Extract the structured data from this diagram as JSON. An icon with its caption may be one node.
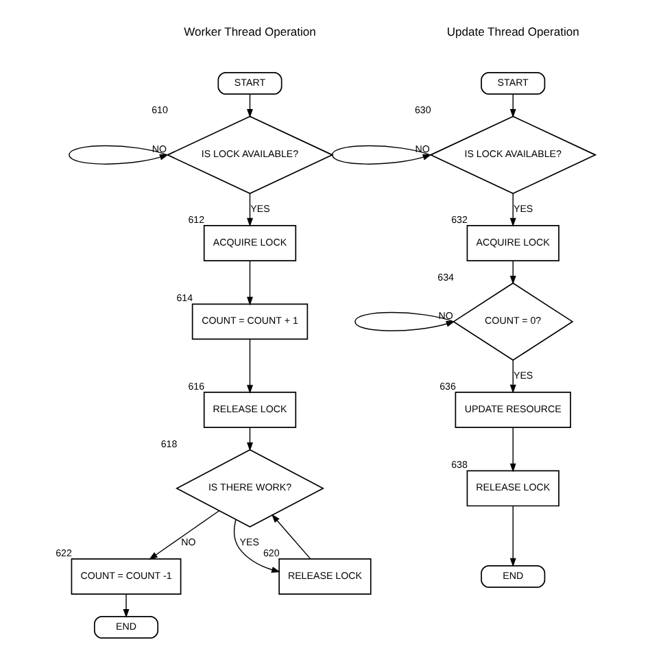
{
  "diagram": {
    "nodes": [
      {
        "text": [
          "START"
        ]
      },
      {
        "text": [
          "IS LOCK AVAILABLE?"
        ],
        "beside": [
          "610"
        ]
      },
      {
        "text": [
          "ACQUIRE LOCK"
        ],
        "beside": [
          "612"
        ]
      },
      {
        "text": [
          "COUNT = COUNT + 1"
        ],
        "beside": [
          "614"
        ]
      },
      {
        "text": [
          "RELEASE LOCK"
        ],
        "beside": [
          "616"
        ]
      },
      {
        "text": [
          "IS THERE WORK?"
        ],
        "beside": [
          "618"
        ]
      },
      {
        "text": [
          "COUNT = COUNT -1"
        ],
        "beside": [
          "622"
        ]
      },
      {
        "text": [
          "END"
        ]
      },
      {
        "text": [
          "RELEASE LOCK"
        ],
        "beside": [
          "620"
        ]
      },
      {
        "text": [
          "START"
        ]
      },
      {
        "text": [
          "IS LOCK AVAILABLE?"
        ],
        "beside": [
          "630"
        ]
      },
      {
        "text": [
          "ACQUIRE LOCK"
        ],
        "beside": [
          "632"
        ]
      },
      {
        "text": [
          "COUNT = 0?"
        ],
        "beside": [
          "634"
        ]
      },
      {
        "text": [
          "UPDATE RESOURCE"
        ],
        "beside": [
          "636"
        ]
      },
      {
        "text": [
          "RELEASE LOCK"
        ],
        "beside": [
          "638"
        ]
      },
      {
        "text": [
          "END"
        ]
      }
    ],
    "edges": [
      {
        "from": 0,
        "to": 1,
        "arrow": "to"
      },
      {
        "from": 1,
        "to": 1,
        "arrow": "to",
        "label": "NO"
      },
      {
        "from": 1,
        "to": 2,
        "arrow": "to",
        "label": "YES"
      },
      {
        "from": 2,
        "to": 3,
        "arrow": "to"
      },
      {
        "from": 3,
        "to": 4,
        "arrow": "to"
      },
      {
        "from": 4,
        "to": 5,
        "arrow": "to"
      },
      {
        "from": 5,
        "to": 6,
        "arrow": "to",
        "label": "NO"
      },
      {
        "from": 6,
        "to": 7,
        "arrow": "to"
      },
      {
        "from": 5,
        "to": 8,
        "arrow": "to",
        "label": "YES"
      },
      {
        "from": 8,
        "to": 5,
        "arrow": "to"
      },
      {
        "from": 9,
        "to": 10,
        "arrow": "to"
      },
      {
        "from": 10,
        "to": 10,
        "arrow": "to",
        "label": "NO"
      },
      {
        "from": 10,
        "to": 11,
        "arrow": "to",
        "label": "YES"
      },
      {
        "from": 11,
        "to": 12,
        "arrow": "to"
      },
      {
        "from": 12,
        "to": 12,
        "arrow": "to",
        "label": "NO"
      },
      {
        "from": 12,
        "to": 13,
        "arrow": "to",
        "label": "YES"
      },
      {
        "from": 13,
        "to": 14,
        "arrow": "to"
      },
      {
        "from": 14,
        "to": 15,
        "arrow": "to"
      }
    ],
    "labels": [
      "Worker Thread Operation",
      "Update Thread Operation"
    ]
  }
}
